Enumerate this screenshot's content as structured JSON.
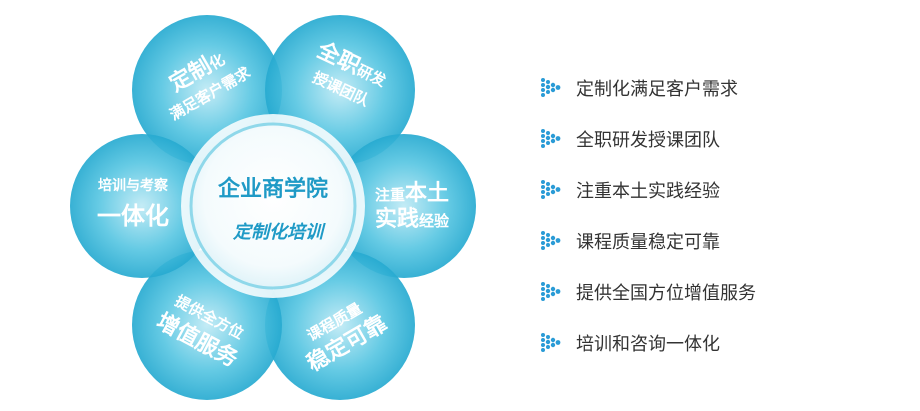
{
  "colors": {
    "petal_light": "#7fd6ea",
    "petal_mid": "#2fb9d8",
    "petal_dark": "#0d8fba",
    "center_text": "#1f9ac6",
    "feature_text": "#333333",
    "bullet": "#2a9bd6"
  },
  "center": {
    "title": "企业商学院",
    "subtitle": "定制化培训"
  },
  "petals": [
    {
      "line1a": "定制",
      "line1b": "化",
      "line2": "满足客户需求"
    },
    {
      "line1a": "全职",
      "line1b": "研发",
      "line2": "授课团队"
    },
    {
      "line1a": "注重",
      "line1b": "本土",
      "line2a": "实践",
      "line2b": "经验"
    },
    {
      "line1": "课程质量",
      "line2": "稳定可靠"
    },
    {
      "line1": "提供全方位",
      "line2": "增值服务"
    },
    {
      "line1": "培训与考察",
      "line2": "一体化"
    }
  ],
  "features": [
    {
      "label": "定制化满足客户需求",
      "icon": "dotted-arrow-icon"
    },
    {
      "label": "全职研发授课团队",
      "icon": "dotted-arrow-icon"
    },
    {
      "label": "注重本土实践经验",
      "icon": "dotted-arrow-icon"
    },
    {
      "label": "课程质量稳定可靠",
      "icon": "dotted-arrow-icon"
    },
    {
      "label": "提供全国方位增值服务",
      "icon": "dotted-arrow-icon"
    },
    {
      "label": "培训和咨询一体化",
      "icon": "dotted-arrow-icon"
    }
  ]
}
